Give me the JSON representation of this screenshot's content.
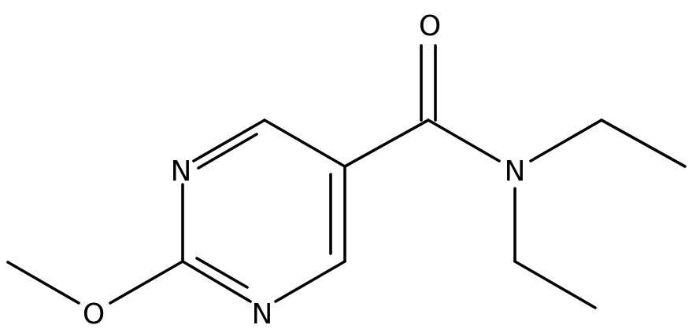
{
  "colors": {
    "background": "#ffffff",
    "ink": "#000000"
  },
  "atoms": {
    "n_ring_upper": "N",
    "n_ring_lower": "N",
    "o_methoxy": "O",
    "o_carbonyl": "O",
    "n_amide": "N"
  }
}
